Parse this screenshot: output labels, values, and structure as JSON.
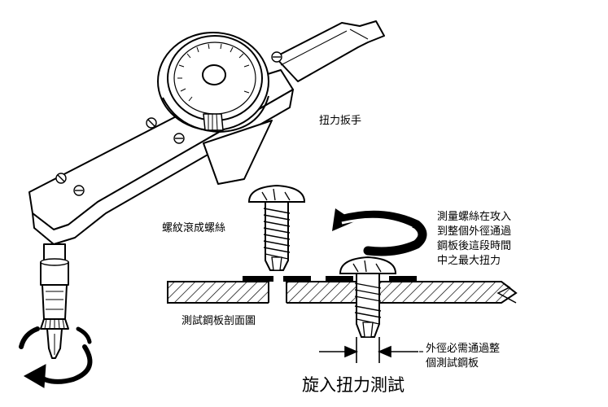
{
  "labels": {
    "wrench": "扭力扳手",
    "roll_screw": "螺紋滾成螺絲",
    "measure_note": "測量螺絲在攻入\n到整個外徑通過\n鋼板後這段時間\n中之最大扭力",
    "section": "測試鋼板剖面圖",
    "outer_note": "外徑必需通過整\n個測試鋼板",
    "title": "旋入扭力測試"
  },
  "colors": {
    "ink": "#000000",
    "paper": "#ffffff"
  }
}
